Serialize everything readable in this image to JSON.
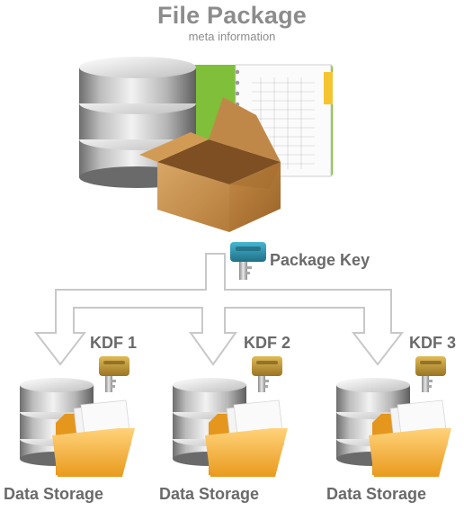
{
  "header": {
    "title": "File Package",
    "subtitle": "meta information"
  },
  "package_key": {
    "label": "Package Key"
  },
  "branches": [
    {
      "kdf_label": "KDF 1",
      "storage_label": "Data Storage"
    },
    {
      "kdf_label": "KDF 2",
      "storage_label": "Data Storage"
    },
    {
      "kdf_label": "KDF 3",
      "storage_label": "Data Storage"
    }
  ],
  "colors": {
    "text": "#6a6a6a",
    "title": "#8c8c8c",
    "arrow_fill": "#ffffff",
    "arrow_stroke": "#c8c8c8",
    "key_teal": "#2a8fa8",
    "key_gold": "#b8902e",
    "box_cardboard": "#c9944e",
    "folder": "#f2b13a"
  }
}
